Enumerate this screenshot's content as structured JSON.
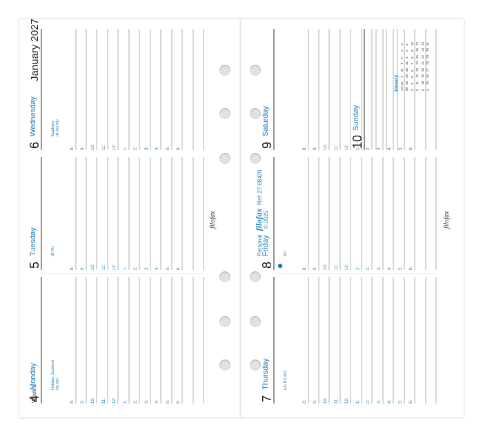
{
  "page_header": {
    "month_year": "January 2027",
    "week": "Week 1"
  },
  "colors": {
    "accent": "#1a7ab8",
    "line": "#999999",
    "text": "#222222"
  },
  "hour_labels": [
    "8:",
    "9:",
    "10:",
    "11:",
    "12:",
    "1:",
    "2:",
    "3:",
    "4:",
    "5:",
    "6:"
  ],
  "days": [
    {
      "num": "4",
      "name": "Monday",
      "notes": [
        "Holiday: Scotland",
        "NZ RU"
      ]
    },
    {
      "num": "5",
      "name": "Tuesday",
      "notes": [
        "ID RU"
      ]
    },
    {
      "num": "6",
      "name": "Wednesday",
      "notes": [
        "Epiphany",
        "IR RO RU"
      ]
    },
    {
      "num": "7",
      "name": "Thursday",
      "notes": [
        "EG RO RU"
      ]
    },
    {
      "num": "8",
      "name": "Friday",
      "notes": [
        "RU"
      ]
    },
    {
      "num": "9",
      "name": "Saturday",
      "notes": []
    },
    {
      "num": "10",
      "name": "Sunday",
      "notes": []
    }
  ],
  "moon_phase": "new-moon-icon",
  "brand": {
    "logo": "filofax",
    "line1_left": "Personal",
    "line1_right": "Ref: 27-68420",
    "line2": "© 2025"
  },
  "mini_calendar": {
    "month": "January",
    "header": [
      "WK",
      "M",
      "T",
      "W",
      "T",
      "F",
      "S",
      "S"
    ],
    "rows": [
      [
        "53",
        "28",
        "29",
        "30",
        "31",
        "1",
        "2",
        "3"
      ],
      [
        "1",
        "4",
        "5",
        "6",
        "7",
        "8",
        "9",
        "10"
      ],
      [
        "2",
        "11",
        "12",
        "13",
        "14",
        "15",
        "16",
        "17"
      ],
      [
        "3",
        "18",
        "19",
        "20",
        "21",
        "22",
        "23",
        "24"
      ],
      [
        "4",
        "25",
        "26",
        "27",
        "28",
        "29",
        "30",
        "31"
      ]
    ]
  }
}
